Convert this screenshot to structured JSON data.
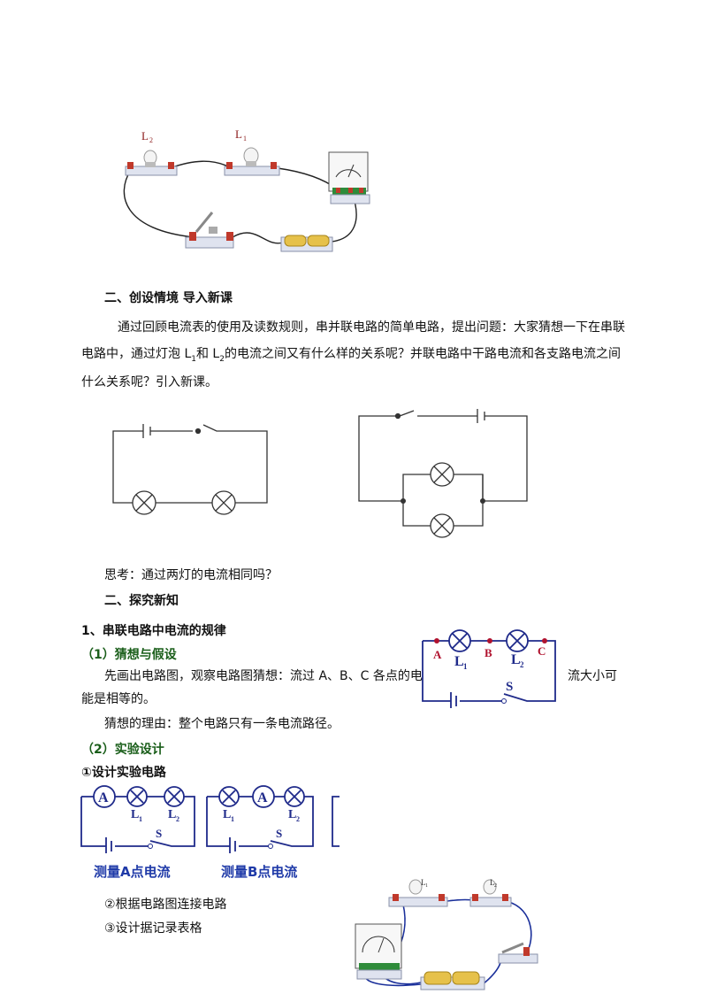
{
  "photo1": {
    "label_l2": "L",
    "label_l1": "L",
    "sub2": "2",
    "sub1": "1"
  },
  "section2": {
    "heading": "二、创设情境 导入新课",
    "para_line1": "通过回顾电流表的使用及读数规则，串并联电路的简单电路，提出问题：大家猜想一下在串联",
    "para_line2_a": "电路中，通过灯泡 L",
    "para_line2_sub1": "1",
    "para_line2_b": "和 L",
    "para_line2_sub2": "2",
    "para_line2_c": "的电流之间又有什么样的关系呢？并联电路中干路电流和各支路电流之间",
    "para_line3": "什么关系呢？引入新课。"
  },
  "think": "思考：通过两灯的电流相同吗？",
  "section3": "二、探究新知",
  "sub1": "1、串联电路中电流的规律",
  "guess_title": "（1）猜想与假设",
  "guess_line1": "先画出电路图，观察电路图猜想：流过 A、B、C 各点的电",
  "guess_line1_tail": "流大小可",
  "guess_line2": "能是相等的。",
  "reason": "猜想的理由：整个电路只有一条电流路径。",
  "design_title": "（2）实验设计",
  "design_step1": "①设计实验电路",
  "circuit_abc": {
    "a": "A",
    "b": "B",
    "c": "C",
    "l1": "L",
    "l2": "L",
    "s": "S",
    "sub1": "1",
    "sub2": "2"
  },
  "measure": {
    "meter": "A",
    "l1": "L",
    "l2": "L",
    "s": "S",
    "sub1": "1",
    "sub2": "2",
    "caption_a": "测量A点电流",
    "caption_b": "测量B点电流"
  },
  "step2": "②根据电路图连接电路",
  "step3": "③设计据记录表格",
  "photo2": {
    "label_l1": "L",
    "label_l2": "L",
    "sub1": "1",
    "sub2": "2"
  }
}
